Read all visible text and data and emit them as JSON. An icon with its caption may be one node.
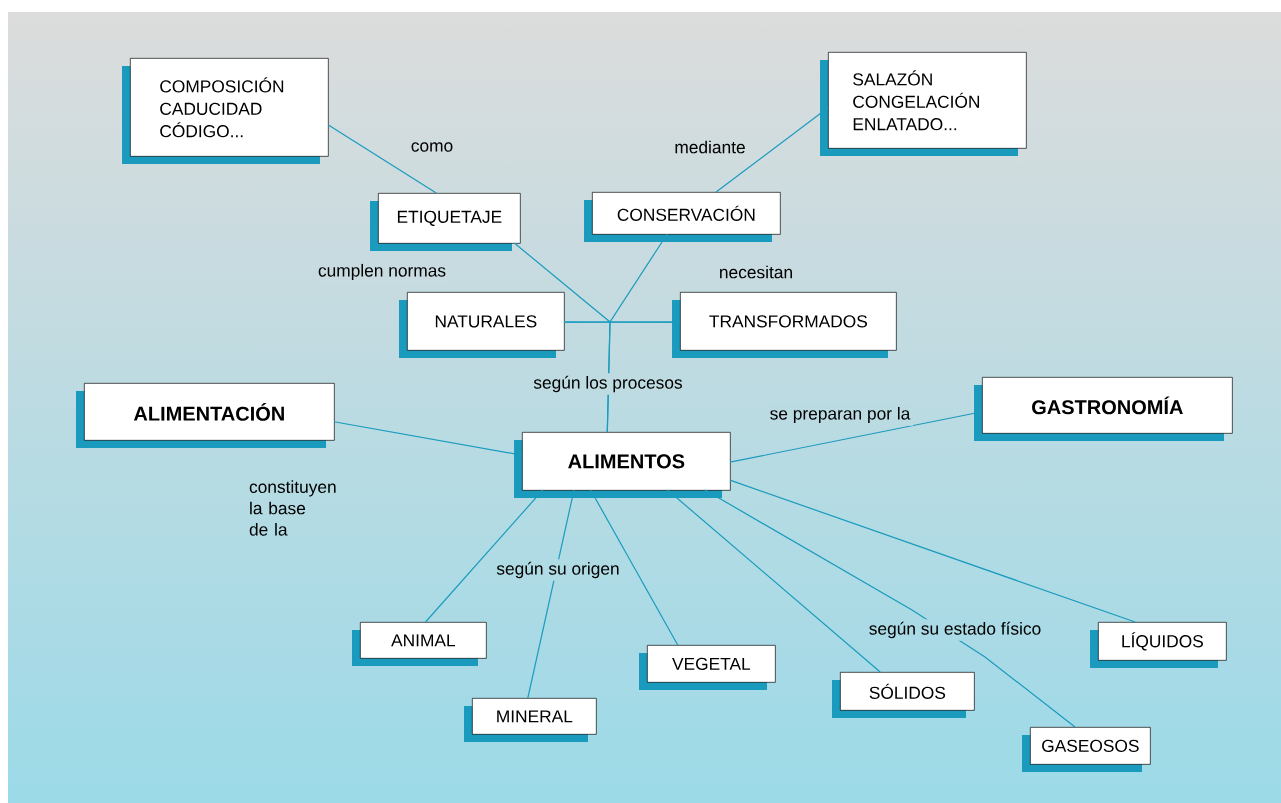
{
  "diagram": {
    "nodes": [
      {
        "text": [
          "COMPOSICIÓN CADUCIDAD CÓDIGO..."
        ]
      },
      {
        "text": [
          "SALAZÓN CONGELACIÓN ENLATADO..."
        ]
      },
      {
        "text": [
          "ETIQUETAJE"
        ]
      },
      {
        "text": [
          "CONSERVACIÓN"
        ]
      },
      {
        "text": [
          "NATURALES"
        ]
      },
      {
        "text": [
          "TRANSFORMADOS"
        ]
      },
      {
        "text": [
          "ALIMENTACIÓN"
        ]
      },
      {
        "text": [
          "GASTRONOMÍA"
        ]
      },
      {
        "text": [
          "ALIMENTOS"
        ]
      },
      {
        "text": [
          "ANIMAL"
        ]
      },
      {
        "text": [
          "MINERAL"
        ]
      },
      {
        "text": [
          "VEGETAL"
        ]
      },
      {
        "text": [
          "SÓLIDOS"
        ]
      },
      {
        "text": [
          "LÍQUIDOS"
        ]
      },
      {
        "text": [
          "GASEOSOS"
        ]
      }
    ],
    "edges": [
      {
        "from": 2,
        "to": 0,
        "arrow": "none",
        "label": "como"
      },
      {
        "from": 3,
        "to": 1,
        "arrow": "none",
        "label": "mediante"
      },
      {
        "from": 4,
        "to": 2,
        "arrow": "none",
        "label": "cumplen normas"
      },
      {
        "from": 5,
        "to": 3,
        "arrow": "none",
        "label": "necesitan"
      },
      {
        "from": 8,
        "to": 4,
        "arrow": "none",
        "label": "según los procesos"
      },
      {
        "from": 8,
        "to": 5,
        "arrow": "none"
      },
      {
        "from": 8,
        "to": 6,
        "arrow": "none",
        "label": "constituyen la base de la"
      },
      {
        "from": 8,
        "to": 7,
        "arrow": "none",
        "label": "se preparan por la"
      },
      {
        "from": 8,
        "to": 9,
        "arrow": "none"
      },
      {
        "from": 8,
        "to": 10,
        "arrow": "none",
        "label": "según su origen"
      },
      {
        "from": 8,
        "to": 11,
        "arrow": "none"
      },
      {
        "from": 8,
        "to": 12,
        "arrow": "none"
      },
      {
        "from": 8,
        "to": 14,
        "arrow": "none",
        "label": "según su estado físico"
      },
      {
        "from": 8,
        "to": 13,
        "arrow": "none"
      }
    ]
  }
}
